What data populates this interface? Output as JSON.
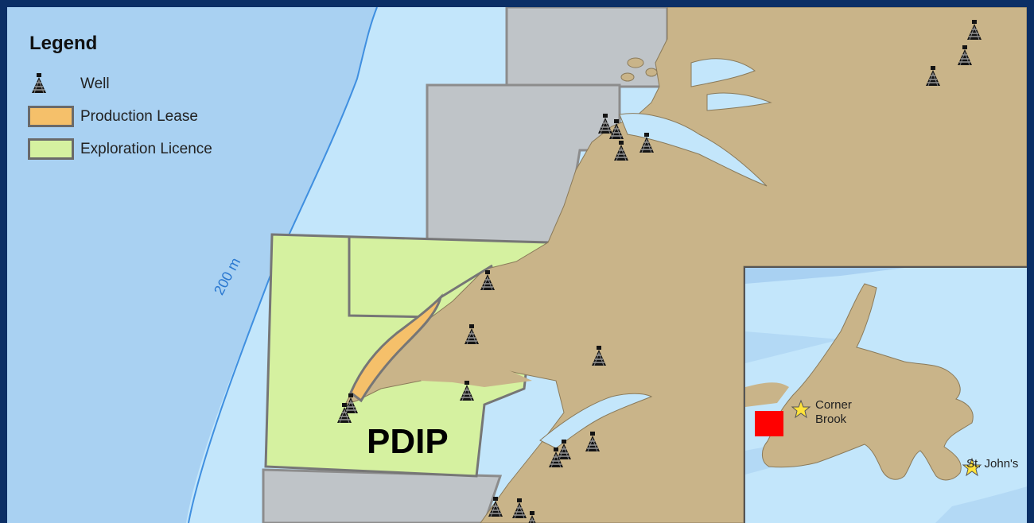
{
  "legend": {
    "title": "Legend",
    "items": [
      {
        "label": "Well",
        "icon": "oil-well-icon"
      },
      {
        "label": "Production Lease",
        "color": "#f5c06a"
      },
      {
        "label": "Exploration Licence",
        "color": "#d5f1a0"
      }
    ]
  },
  "map": {
    "region_label": "PDIP",
    "contour_label": "200 m",
    "colors": {
      "deep_water": "#a9d1f2",
      "shelf_water": "#c3e6fb",
      "land": "#c9b489",
      "permit_grey": "#bfc4c8",
      "production_lease": "#f5c06a",
      "exploration_licence": "#d5f1a0",
      "boundary": "#7a7a7a",
      "contour": "#3f8fe0"
    }
  },
  "inset": {
    "cities": [
      {
        "name": "Corner Brook"
      },
      {
        "name": "St. John's"
      }
    ],
    "highlight_color": "#ff0000",
    "star_color": "#ffe23a"
  }
}
